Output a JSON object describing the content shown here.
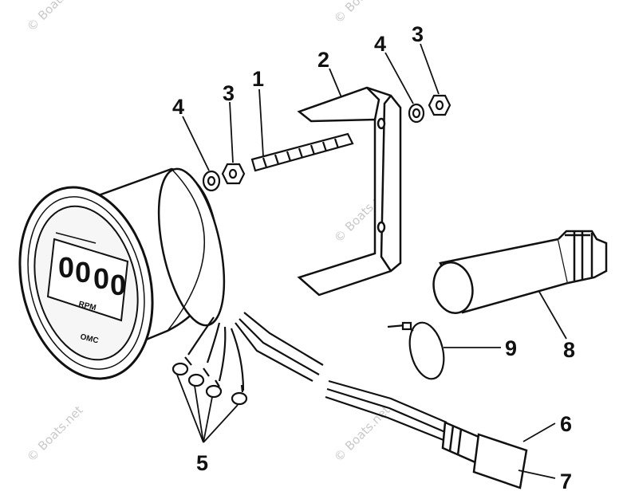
{
  "callouts": {
    "c1": "1",
    "c2": "2",
    "c3_left": "3",
    "c3_right": "3",
    "c4_left": "4",
    "c4_right": "4",
    "c5": "5",
    "c6": "6",
    "c7": "7",
    "c8": "8",
    "c9": "9"
  },
  "gauge": {
    "digits": [
      "0",
      "0",
      "0",
      "0"
    ],
    "unit_label": "RPM",
    "brand_label": "OMC"
  },
  "watermark": "© Boats.net",
  "colors": {
    "line": "#111111",
    "watermark": "#c9c9c9",
    "background": "#ffffff"
  }
}
